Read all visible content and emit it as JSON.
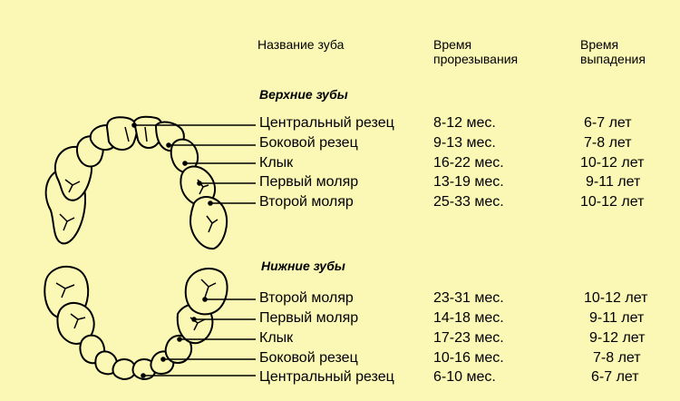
{
  "headers": {
    "name": "Название зуба",
    "eruption_line1": "Время",
    "eruption_line2": "прорезывания",
    "loss_line1": "Время",
    "loss_line2": "выпадения"
  },
  "upper": {
    "title": "Верхние зубы",
    "rows": [
      {
        "name": "Центральный резец",
        "eruption": "8-12 мес.",
        "loss": "6-7 лет"
      },
      {
        "name": "Боковой резец",
        "eruption": "9-13 мес.",
        "loss": "7-8 лет"
      },
      {
        "name": "Клык",
        "eruption": "16-22 мес.",
        "loss": "10-12 лет"
      },
      {
        "name": "Первый моляр",
        "eruption": "13-19 мес.",
        "loss": "9-11 лет"
      },
      {
        "name": "Второй моляр",
        "eruption": "25-33 мес.",
        "loss": "10-12 лет"
      }
    ]
  },
  "lower": {
    "title": "Нижние зубы",
    "rows": [
      {
        "name": "Второй моляр",
        "eruption": "23-31 мес.",
        "loss": "10-12 лет"
      },
      {
        "name": "Первый моляр",
        "eruption": "14-18 мес.",
        "loss": "9-11 лет"
      },
      {
        "name": "Клык",
        "eruption": "17-23 мес.",
        "loss": "9-12 лет"
      },
      {
        "name": "Боковой резец",
        "eruption": "10-16 мес.",
        "loss": "7-8 лет"
      },
      {
        "name": "Центральный резец",
        "eruption": "6-10 мес.",
        "loss": "6-7 лет"
      }
    ]
  },
  "colors": {
    "background": "#fbf7b4",
    "ink": "#000000"
  }
}
